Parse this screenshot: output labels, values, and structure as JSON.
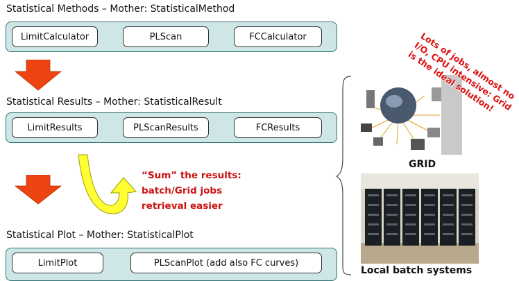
{
  "sections": [
    {
      "title": "Statistical Methods – Mother: StatisticalMethod",
      "boxes": [
        "LimitCalculator",
        "PLScan",
        "FCCalculator"
      ]
    },
    {
      "title": "Statistical Results – Mother: StatisticalResult",
      "boxes": [
        "LimitResults",
        "PLScanResults",
        "FCResults"
      ]
    },
    {
      "title": "Statistical Plot – Mother: StatisticalPlot",
      "boxes": [
        "LimitPlot",
        "PLScanPlot (add also FC curves)"
      ]
    }
  ],
  "sum_note": {
    "line1": "“Sum” the results:",
    "line2": "batch/Grid jobs",
    "line3": "retrieval easier"
  },
  "grid_note": {
    "line1": "Lots of jobs, almost no",
    "line2": "I/O, CPU intensive: Grid",
    "line3": "is the ideal solution!"
  },
  "grid_label": "GRID",
  "batch_label": "Local batch systems",
  "colors": {
    "panel_fill": "#cfe6e6",
    "panel_border": "#2f6f70",
    "arrow_red": "#ee4411",
    "note_red": "#cc1111",
    "curved_arrow_yellow": "#ffff33"
  }
}
